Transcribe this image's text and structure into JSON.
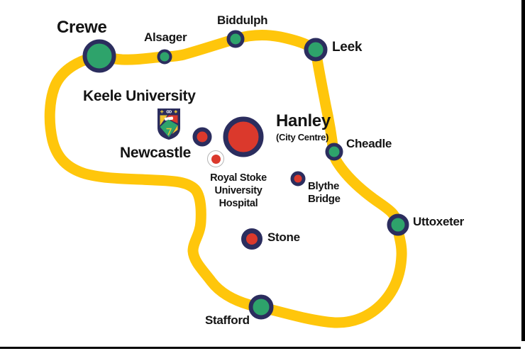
{
  "map": {
    "region_labels": {
      "crewe": "Crewe",
      "alsager": "Alsager",
      "biddulph": "Biddulph",
      "leek": "Leek",
      "cheadle": "Cheadle",
      "uttoxeter": "Uttoxeter",
      "stafford": "Stafford",
      "keele": "Keele University",
      "newcastle": "Newcastle",
      "hanley": "Hanley",
      "hanley_sub": "(City Centre)",
      "royal_stoke_line1": "Royal Stoke",
      "royal_stoke_line2": "University",
      "royal_stoke_line3": "Hospital",
      "blythe_line1": "Blythe",
      "blythe_line2": "Bridge",
      "stone": "Stone"
    },
    "colors": {
      "route_yellow": "#FFC60B",
      "stop_green": "#2EA36B",
      "stop_red": "#DB392C",
      "ring_navy": "#2B2D5E",
      "label_black": "#141414",
      "background": "#FFFFFF",
      "frame_black": "#000000"
    }
  }
}
